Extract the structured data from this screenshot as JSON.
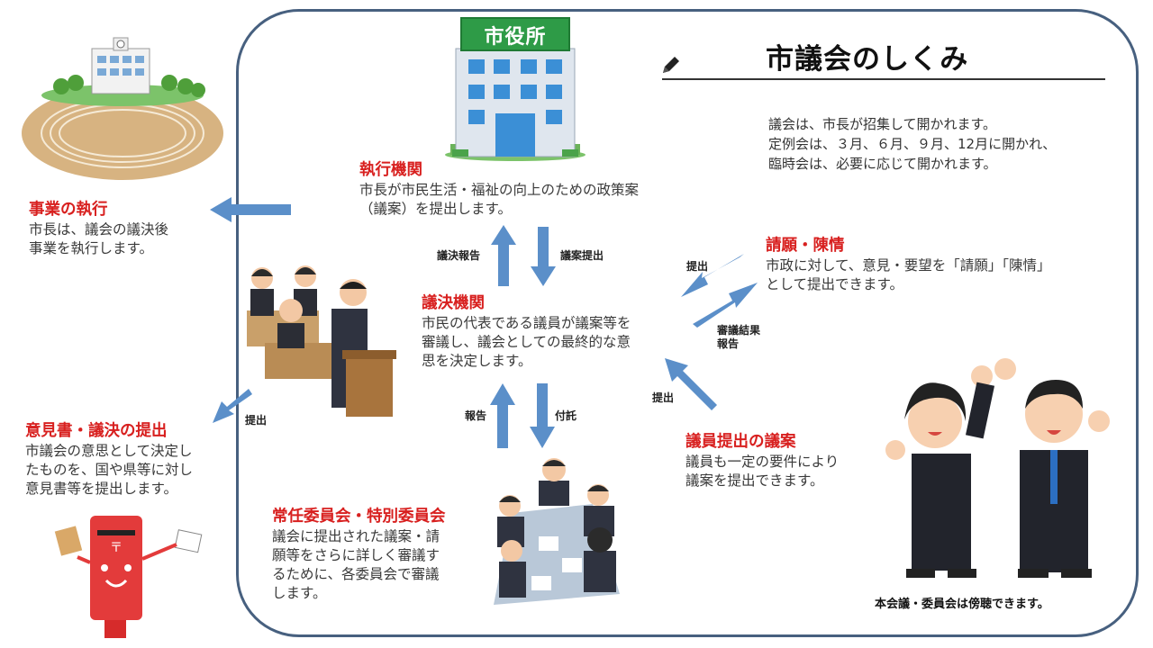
{
  "title": "市議会のしくみ",
  "intro": [
    "議会は、市長が招集して開かれます。",
    "定例会は、３月、６月、９月、12月に開かれ、",
    "臨時会は、必要に応じて開かれます。"
  ],
  "city_hall_sign": "市役所",
  "executive": {
    "heading": "執行機関",
    "lines": [
      "市長が市民生活・福祉の向上のための政策案",
      "（議案）を提出します。"
    ]
  },
  "execution": {
    "heading": "事業の執行",
    "lines": [
      "市長は、議会の議決後",
      "事業を執行します。"
    ]
  },
  "legislative": {
    "heading": "議決機関",
    "lines": [
      "市民の代表である議員が議案等を",
      "審議し、議会としての最終的な意",
      "思を決定します。"
    ]
  },
  "opinion": {
    "heading": "意見書・議決の提出",
    "lines": [
      "市議会の意思として決定し",
      "たものを、国や県等に対し",
      "意見書等を提出します。"
    ]
  },
  "petition": {
    "heading": "請願・陳情",
    "lines": [
      "市政に対して、意見・要望を「請願」「陳情」",
      "として提出できます。"
    ]
  },
  "member_bill": {
    "heading": "議員提出の議案",
    "lines": [
      "議員も一定の要件により",
      "議案を提出できます。"
    ]
  },
  "committee": {
    "heading": "常任委員会・特別委員会",
    "lines": [
      "議会に提出された議案・請",
      "願等をさらに詳しく審議す",
      "るために、各委員会で審議",
      "します。"
    ]
  },
  "arrow_labels": {
    "resolution_report": "議決報告",
    "bill_submission": "議案提出",
    "submit_petition": "提出",
    "review_result": "審議結果",
    "review_result_2": "報告",
    "submit_member": "提出",
    "submit_opinion": "提出",
    "report": "報告",
    "referral": "付託"
  },
  "note": "本会議・委員会は傍聴できます。",
  "colors": {
    "heading": "#d8201f",
    "arrow": "#5b8fc9",
    "frame": "#47607f",
    "sign_green": "#2e9b47"
  }
}
